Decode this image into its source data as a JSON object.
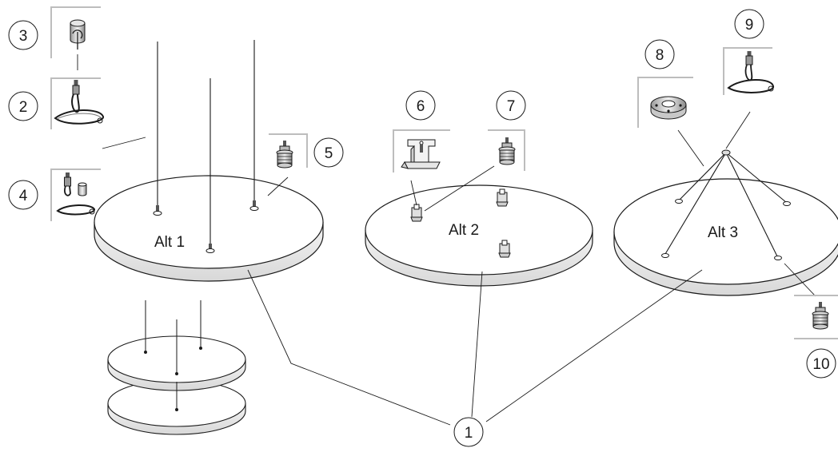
{
  "callouts": {
    "c1": "1",
    "c2": "2",
    "c3": "3",
    "c4": "4",
    "c5": "5",
    "c6": "6",
    "c7": "7",
    "c8": "8",
    "c9": "9",
    "c10": "10"
  },
  "discs": {
    "alt1": "Alt 1",
    "alt2": "Alt 2",
    "alt3": "Alt 3"
  },
  "colors": {
    "stroke": "#1a1a1a",
    "disc_top": "#ffffff",
    "disc_edge": "#e8e8e8",
    "bracket": "#bdbdbd",
    "part_fill": "#d9d9d9"
  },
  "icons": [
    "ceiling-cup-icon",
    "cable-loop-icon",
    "cable-kit-icon",
    "cable-gripper-icon",
    "clip-bracket-icon",
    "threaded-insert-icon",
    "ceiling-hub-icon",
    "hub-cable-kit-icon"
  ]
}
